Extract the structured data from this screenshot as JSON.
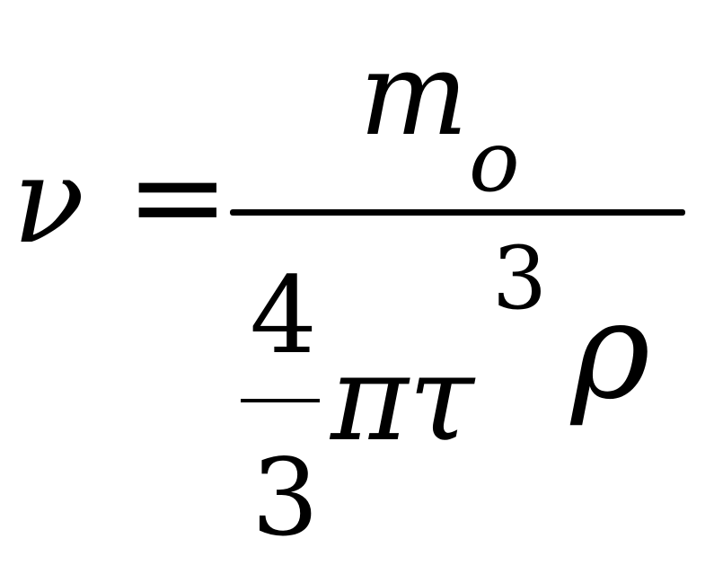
{
  "equation": {
    "lhs": "ν",
    "equals": "=",
    "numerator": {
      "symbol": "m",
      "subscript": "o"
    },
    "denominator": {
      "fraction_numerator": "4",
      "fraction_denominator": "3",
      "symbols": "πτ",
      "exponent": "3",
      "trailing_symbol": "ρ"
    }
  }
}
